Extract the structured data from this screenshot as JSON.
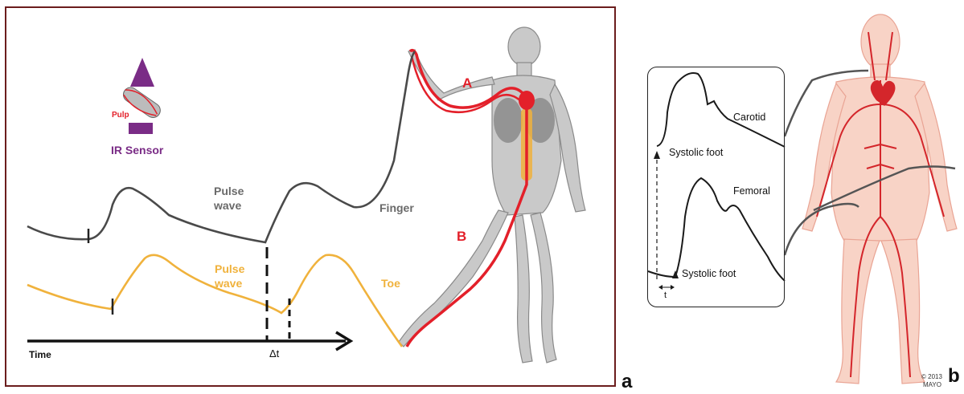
{
  "panel_a": {
    "sensor_label": "IR Sensor",
    "pulp_label": "Pulp",
    "finger_pulse_label_line1": "Pulse",
    "finger_pulse_label_line2": "wave",
    "finger_label": "Finger",
    "toe_pulse_label_line1": "Pulse",
    "toe_pulse_label_line2": "wave",
    "toe_label": "Toe",
    "time_axis_label": "Time",
    "delta_t_label": "Δt",
    "path_a_label": "A",
    "path_b_label": "B",
    "panel_letter": "a",
    "colors": {
      "finger_wave": "#4a4a4a",
      "toe_wave": "#f0b23c",
      "arterial_path": "#e3202a",
      "sensor": "#7a2c86"
    }
  },
  "panel_b": {
    "carotid_label": "Carotid",
    "systolic_foot_top": "Systolic foot",
    "femoral_label": "Femoral",
    "systolic_foot_bottom": "Systolic foot",
    "t_label": "t",
    "copyright_line1": "© 2013",
    "copyright_line2": "MAYO",
    "panel_letter": "b",
    "colors": {
      "body": "#f6c7b8",
      "vessels": "#d4262b",
      "trace": "#1a1a1a"
    }
  }
}
